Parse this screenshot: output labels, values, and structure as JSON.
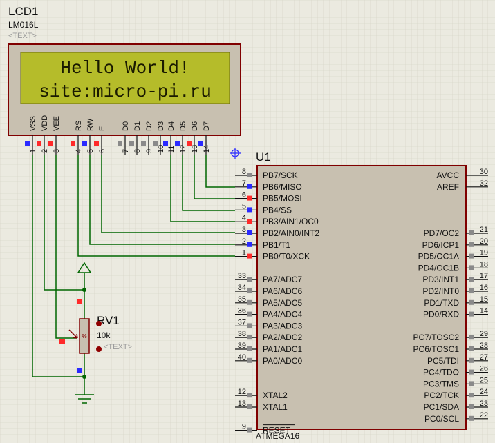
{
  "lcd": {
    "ref": "LCD1",
    "model": "LM016L",
    "text_tag": "<TEXT>",
    "line1": "Hello World!",
    "line2": "site:micro-pi.ru",
    "pins": [
      {
        "label": "VSS",
        "num": "1",
        "color": "#2a2aff"
      },
      {
        "label": "VDD",
        "num": "2",
        "color": "#ff2a2a"
      },
      {
        "label": "VEE",
        "num": "3",
        "color": "#ff2a2a"
      },
      {
        "label": "RS",
        "num": "4",
        "color": "#ff2a2a"
      },
      {
        "label": "RW",
        "num": "5",
        "color": "#2a2aff"
      },
      {
        "label": "E",
        "num": "6",
        "color": "#ff2a2a"
      },
      {
        "label": "D0",
        "num": "7",
        "color": "#8a8a8a"
      },
      {
        "label": "D1",
        "num": "8",
        "color": "#8a8a8a"
      },
      {
        "label": "D2",
        "num": "9",
        "color": "#8a8a8a"
      },
      {
        "label": "D3",
        "num": "10",
        "color": "#8a8a8a"
      },
      {
        "label": "D4",
        "num": "11",
        "color": "#2a2aff"
      },
      {
        "label": "D5",
        "num": "12",
        "color": "#2a2aff"
      },
      {
        "label": "D6",
        "num": "13",
        "color": "#ff2a2a"
      },
      {
        "label": "D7",
        "num": "14",
        "color": "#2a2aff"
      }
    ]
  },
  "mcu": {
    "ref": "U1",
    "model": "ATMEGA16",
    "left_pins": [
      {
        "label": "PB7/SCK",
        "num": "8",
        "color": "#8a8a8a"
      },
      {
        "label": "PB6/MISO",
        "num": "7",
        "color": "#2a2aff"
      },
      {
        "label": "PB5/MOSI",
        "num": "6",
        "color": "#ff2a2a"
      },
      {
        "label": "PB4/SS",
        "num": "5",
        "color": "#2a2aff"
      },
      {
        "label": "PB3/AIN1/OC0",
        "num": "4",
        "color": "#ff2a2a"
      },
      {
        "label": "PB2/AIN0/INT2",
        "num": "3",
        "color": "#2a2aff"
      },
      {
        "label": "PB1/T1",
        "num": "2",
        "color": "#2a2aff"
      },
      {
        "label": "PB0/T0/XCK",
        "num": "1",
        "color": "#ff2a2a"
      },
      {
        "label": "",
        "num": "",
        "color": ""
      },
      {
        "label": "PA7/ADC7",
        "num": "33",
        "color": "#8a8a8a"
      },
      {
        "label": "PA6/ADC6",
        "num": "34",
        "color": "#8a8a8a"
      },
      {
        "label": "PA5/ADC5",
        "num": "35",
        "color": "#8a8a8a"
      },
      {
        "label": "PA4/ADC4",
        "num": "36",
        "color": "#8a8a8a"
      },
      {
        "label": "PA3/ADC3",
        "num": "37",
        "color": "#8a8a8a"
      },
      {
        "label": "PA2/ADC2",
        "num": "38",
        "color": "#8a8a8a"
      },
      {
        "label": "PA1/ADC1",
        "num": "39",
        "color": "#8a8a8a"
      },
      {
        "label": "PA0/ADC0",
        "num": "40",
        "color": "#8a8a8a"
      },
      {
        "label": "",
        "num": "",
        "color": ""
      },
      {
        "label": "",
        "num": "",
        "color": ""
      },
      {
        "label": "XTAL2",
        "num": "12",
        "color": "#8a8a8a"
      },
      {
        "label": "XTAL1",
        "num": "13",
        "color": "#8a8a8a"
      },
      {
        "label": "",
        "num": "",
        "color": ""
      },
      {
        "label": "RESET",
        "num": "9",
        "color": "#8a8a8a"
      }
    ],
    "right_pins": [
      {
        "label": "AVCC",
        "num": "30",
        "color": ""
      },
      {
        "label": "AREF",
        "num": "32",
        "color": ""
      },
      {
        "label": "",
        "num": "",
        "color": ""
      },
      {
        "label": "",
        "num": "",
        "color": ""
      },
      {
        "label": "",
        "num": "",
        "color": ""
      },
      {
        "label": "PD7/OC2",
        "num": "21",
        "color": "#8a8a8a"
      },
      {
        "label": "PD6/ICP1",
        "num": "20",
        "color": "#8a8a8a"
      },
      {
        "label": "PD5/OC1A",
        "num": "19",
        "color": "#8a8a8a"
      },
      {
        "label": "PD4/OC1B",
        "num": "18",
        "color": "#8a8a8a"
      },
      {
        "label": "PD3/INT1",
        "num": "17",
        "color": "#8a8a8a"
      },
      {
        "label": "PD2/INT0",
        "num": "16",
        "color": "#8a8a8a"
      },
      {
        "label": "PD1/TXD",
        "num": "15",
        "color": "#8a8a8a"
      },
      {
        "label": "PD0/RXD",
        "num": "14",
        "color": "#8a8a8a"
      },
      {
        "label": "",
        "num": "",
        "color": ""
      },
      {
        "label": "PC7/TOSC2",
        "num": "29",
        "color": "#8a8a8a"
      },
      {
        "label": "PC6/TOSC1",
        "num": "28",
        "color": "#8a8a8a"
      },
      {
        "label": "PC5/TDI",
        "num": "27",
        "color": "#8a8a8a"
      },
      {
        "label": "PC4/TDO",
        "num": "26",
        "color": "#8a8a8a"
      },
      {
        "label": "PC3/TMS",
        "num": "25",
        "color": "#8a8a8a"
      },
      {
        "label": "PC2/TCK",
        "num": "24",
        "color": "#8a8a8a"
      },
      {
        "label": "PC1/SDA",
        "num": "23",
        "color": "#8a8a8a"
      },
      {
        "label": "PC0/SCL",
        "num": "22",
        "color": "#8a8a8a"
      }
    ]
  },
  "pot": {
    "ref": "RV1",
    "value": "10k",
    "text_tag": "<TEXT>",
    "body_mark": "%"
  },
  "colors": {
    "wire": "#006600",
    "outline": "#800000",
    "chip_fill": "#c8c0b0",
    "lcd_fill": "#b5bc2a",
    "lcd_text": "#1a1a00",
    "pin_logic_high": "#ff2a2a",
    "pin_logic_low": "#2a2aff",
    "pin_floating": "#8a8a8a",
    "grid": "#d8d6c8"
  }
}
